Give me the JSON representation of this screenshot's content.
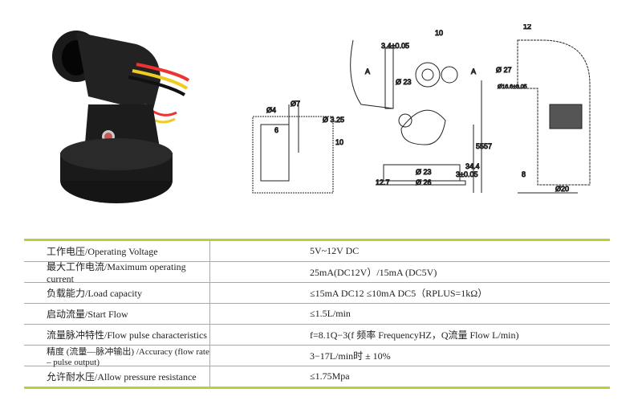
{
  "drawing_labels": {
    "d1": "3.4±0.05",
    "d2": "10",
    "d3": "A",
    "d4": "A",
    "d5": "Ø 23",
    "d6": "Ø 3.25",
    "d7": "Ø4",
    "d8": "Ø7",
    "d9": "6",
    "d10": "10",
    "d11": "55",
    "d12": "57",
    "d13": "34.4",
    "d14": "3±0.05",
    "d15": "Ø 23",
    "d16": "Ø 26",
    "d17": "12.7",
    "d18": "12",
    "d19": "Ø 27",
    "d20": "Ø16.6±0.05",
    "d21": "8",
    "d22": "Ø20"
  },
  "specs": [
    {
      "label": "工作电压/Operating Voltage",
      "value": "5V~12V DC"
    },
    {
      "label": "最大工作电流/Maximum operating current",
      "value": "25mA(DC12V）/15mA (DC5V)"
    },
    {
      "label": "负载能力/Load capacity",
      "value": "≤15mA DC12  ≤10mA DC5（RPLUS=1kΩ）"
    },
    {
      "label": "启动流量/Start Flow",
      "value": "≤1.5L/min"
    },
    {
      "label": "流量脉冲特性/Flow pulse characteristics",
      "value": "f=8.1Q−3(f 频率 FrequencyHZ，Q流量 Flow L/min)"
    },
    {
      "label": "精度 (流量—脉冲输出) /Accuracy (flow rate – pulse output)",
      "value": "3−17L/min时 ± 10%"
    },
    {
      "label": "允许耐水压/Allow pressure resistance",
      "value": "≤1.75Mpa"
    }
  ]
}
